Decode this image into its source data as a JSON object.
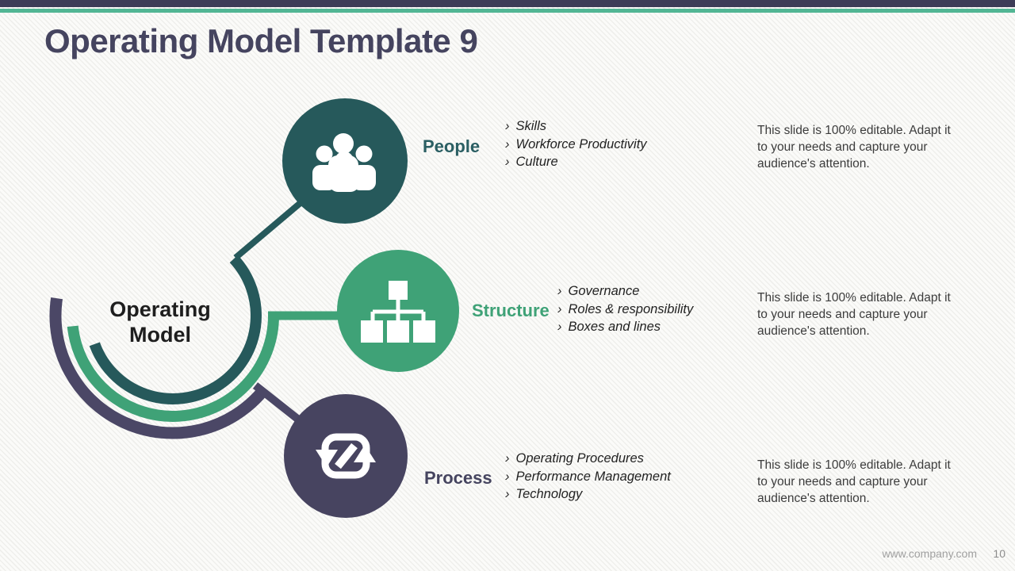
{
  "slide": {
    "title": "Operating Model Template 9",
    "center_label_line1": "Operating",
    "center_label_line2": "Model",
    "bullet_char": "›",
    "editable_note_lines": [
      "This slide is 100% editable. Adapt it",
      "to your needs and capture your",
      "audience's attention."
    ],
    "nodes": [
      {
        "id": "people",
        "label": "People",
        "circle_color": "#26595B",
        "label_color": "#2B5F63",
        "icon": "people-group-icon",
        "bullets": [
          "Skills",
          "Workforce Productivity",
          "Culture"
        ]
      },
      {
        "id": "structure",
        "label": "Structure",
        "circle_color": "#3FA277",
        "label_color": "#3FA277",
        "icon": "org-chart-icon",
        "bullets": [
          "Governance",
          "Roles & responsibility",
          "Boxes and lines"
        ]
      },
      {
        "id": "process",
        "label": "Process",
        "circle_color": "#474460",
        "label_color": "#45445F",
        "icon": "sync-arrows-icon",
        "bullets": [
          "Operating Procedures",
          "Performance Management",
          "Technology"
        ]
      }
    ],
    "colors": {
      "top_bar_navy": "#3D3C57",
      "top_bar_green": "#52B694",
      "teal": "#26595B",
      "green": "#3FA277",
      "purple_arc": "#4B4766",
      "title_text": "#45445F",
      "body_text": "#222222",
      "note_text": "#3C3C3C",
      "footer_text": "#A0A0A0"
    },
    "footer": {
      "website": "www.company.com",
      "page_number": "10"
    }
  }
}
